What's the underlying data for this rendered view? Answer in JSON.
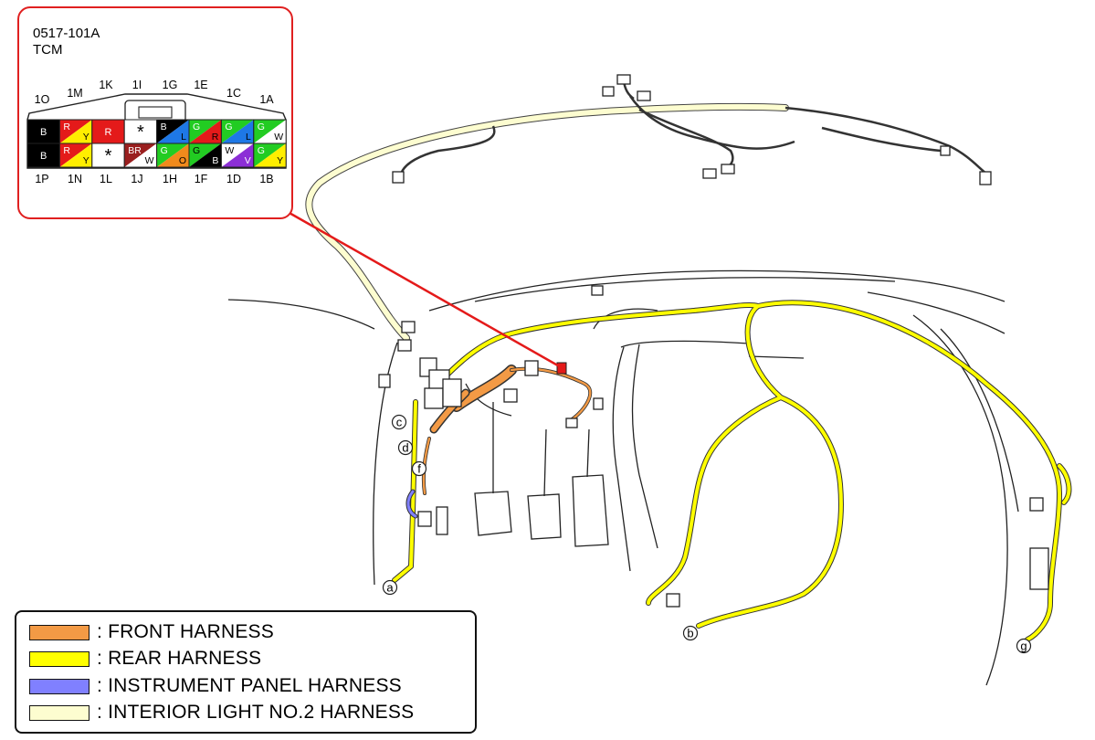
{
  "connector": {
    "code": "0517-101A",
    "name": "TCM",
    "top_labels": [
      "1O",
      "1M",
      "1K",
      "1I",
      "1G",
      "1E",
      "1C",
      "1A"
    ],
    "bottom_labels": [
      "1P",
      "1N",
      "1L",
      "1J",
      "1H",
      "1F",
      "1D",
      "1B"
    ],
    "top_row": [
      {
        "type": "solid",
        "color": "#000000",
        "letters": [
          "B"
        ],
        "text_colors": [
          "#ffffff"
        ]
      },
      {
        "type": "split",
        "colors": [
          "#e41a1a",
          "#ffee00"
        ],
        "letters": [
          "R",
          "Y"
        ],
        "text_colors": [
          "#ffffff",
          "#000000"
        ]
      },
      {
        "type": "solid",
        "color": "#e41a1a",
        "letters": [
          "R"
        ],
        "text_colors": [
          "#ffffff"
        ]
      },
      {
        "type": "star",
        "color": "#ffffff",
        "letters": [
          "*"
        ],
        "text_colors": [
          "#000000"
        ]
      },
      {
        "type": "split",
        "colors": [
          "#000000",
          "#1e78e6"
        ],
        "letters": [
          "B",
          "L"
        ],
        "text_colors": [
          "#ffffff",
          "#000000"
        ]
      },
      {
        "type": "split",
        "colors": [
          "#22cc22",
          "#e41a1a"
        ],
        "letters": [
          "G",
          "R"
        ],
        "text_colors": [
          "#ffffff",
          "#000000"
        ]
      },
      {
        "type": "split",
        "colors": [
          "#22cc22",
          "#1e78e6"
        ],
        "letters": [
          "G",
          "L"
        ],
        "text_colors": [
          "#ffffff",
          "#000000"
        ]
      },
      {
        "type": "split",
        "colors": [
          "#22cc22",
          "#ffffff"
        ],
        "letters": [
          "G",
          "W"
        ],
        "text_colors": [
          "#ffffff",
          "#000000"
        ]
      }
    ],
    "bottom_row": [
      {
        "type": "solid",
        "color": "#000000",
        "letters": [
          "B"
        ],
        "text_colors": [
          "#ffffff"
        ]
      },
      {
        "type": "split",
        "colors": [
          "#e41a1a",
          "#ffee00"
        ],
        "letters": [
          "R",
          "Y"
        ],
        "text_colors": [
          "#ffffff",
          "#000000"
        ]
      },
      {
        "type": "star",
        "color": "#ffffff",
        "letters": [
          "*"
        ],
        "text_colors": [
          "#000000"
        ]
      },
      {
        "type": "split",
        "colors": [
          "#9a1f1f",
          "#ffffff"
        ],
        "letters": [
          "BR",
          "W"
        ],
        "text_colors": [
          "#ffffff",
          "#000000"
        ]
      },
      {
        "type": "split",
        "colors": [
          "#22cc22",
          "#f08a1c"
        ],
        "letters": [
          "G",
          "O"
        ],
        "text_colors": [
          "#ffffff",
          "#000000"
        ]
      },
      {
        "type": "split",
        "colors": [
          "#22cc22",
          "#000000"
        ],
        "letters": [
          "G",
          "B"
        ],
        "text_colors": [
          "#000000",
          "#ffffff"
        ]
      },
      {
        "type": "split",
        "colors": [
          "#ffffff",
          "#8c2fd6"
        ],
        "letters": [
          "W",
          "V"
        ],
        "text_colors": [
          "#000000",
          "#ffffff"
        ]
      },
      {
        "type": "split",
        "colors": [
          "#22cc22",
          "#ffee00"
        ],
        "letters": [
          "G",
          "Y"
        ],
        "text_colors": [
          "#ffffff",
          "#000000"
        ]
      }
    ]
  },
  "location_markers": [
    "a",
    "b",
    "c",
    "d",
    "f",
    "g"
  ],
  "legend": [
    {
      "label": ": FRONT HARNESS",
      "color": "#f39a45"
    },
    {
      "label": ": REAR HARNESS",
      "color": "#ffff00"
    },
    {
      "label": ": INSTRUMENT PANEL HARNESS",
      "color": "#8080ff"
    },
    {
      "label": ": INTERIOR LIGHT NO.2 HARNESS",
      "color": "#fdfdd0"
    }
  ]
}
